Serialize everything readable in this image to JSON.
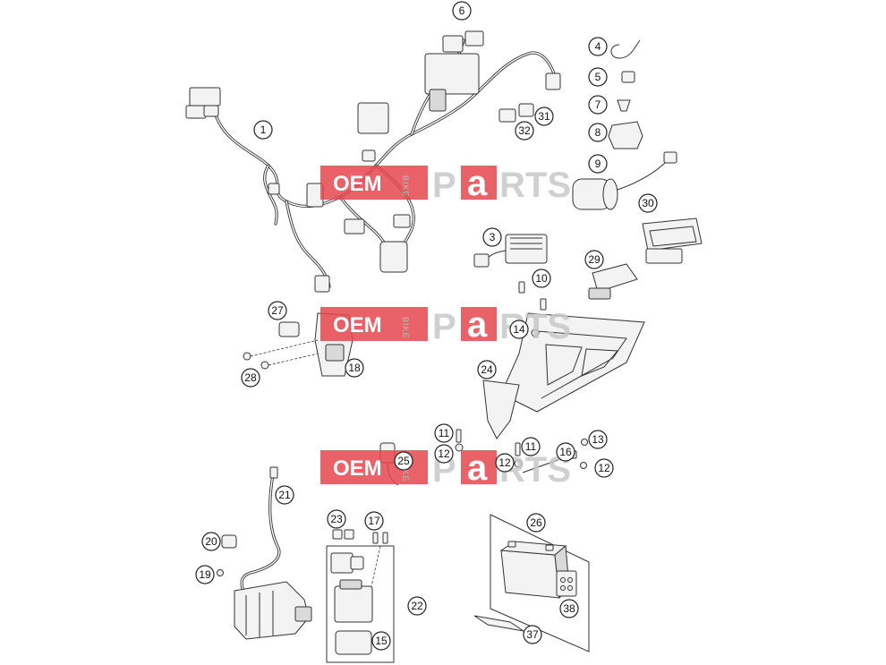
{
  "watermark": {
    "oem": "OEM",
    "bike": "BIKE",
    "p": "P",
    "a": "a",
    "rts": "RTS"
  },
  "callouts": [
    {
      "id": "c1",
      "label": "1"
    },
    {
      "id": "c3",
      "label": "3"
    },
    {
      "id": "c4",
      "label": "4"
    },
    {
      "id": "c5",
      "label": "5"
    },
    {
      "id": "c6",
      "label": "6"
    },
    {
      "id": "c7",
      "label": "7"
    },
    {
      "id": "c8",
      "label": "8"
    },
    {
      "id": "c9",
      "label": "9"
    },
    {
      "id": "c10",
      "label": "10"
    },
    {
      "id": "c11a",
      "label": "11"
    },
    {
      "id": "c11b",
      "label": "11"
    },
    {
      "id": "c12a",
      "label": "12"
    },
    {
      "id": "c12b",
      "label": "12"
    },
    {
      "id": "c12c",
      "label": "12"
    },
    {
      "id": "c13",
      "label": "13"
    },
    {
      "id": "c14",
      "label": "14"
    },
    {
      "id": "c15",
      "label": "15"
    },
    {
      "id": "c16",
      "label": "16"
    },
    {
      "id": "c17",
      "label": "17"
    },
    {
      "id": "c18",
      "label": "18"
    },
    {
      "id": "c19",
      "label": "19"
    },
    {
      "id": "c20",
      "label": "20"
    },
    {
      "id": "c21",
      "label": "21"
    },
    {
      "id": "c22",
      "label": "22"
    },
    {
      "id": "c23",
      "label": "23"
    },
    {
      "id": "c24",
      "label": "24"
    },
    {
      "id": "c25",
      "label": "25"
    },
    {
      "id": "c26",
      "label": "26"
    },
    {
      "id": "c27",
      "label": "27"
    },
    {
      "id": "c28",
      "label": "28"
    },
    {
      "id": "c29",
      "label": "29"
    },
    {
      "id": "c30",
      "label": "30"
    },
    {
      "id": "c31",
      "label": "31"
    },
    {
      "id": "c32",
      "label": "32"
    },
    {
      "id": "c37",
      "label": "37"
    },
    {
      "id": "c38",
      "label": "38"
    }
  ]
}
